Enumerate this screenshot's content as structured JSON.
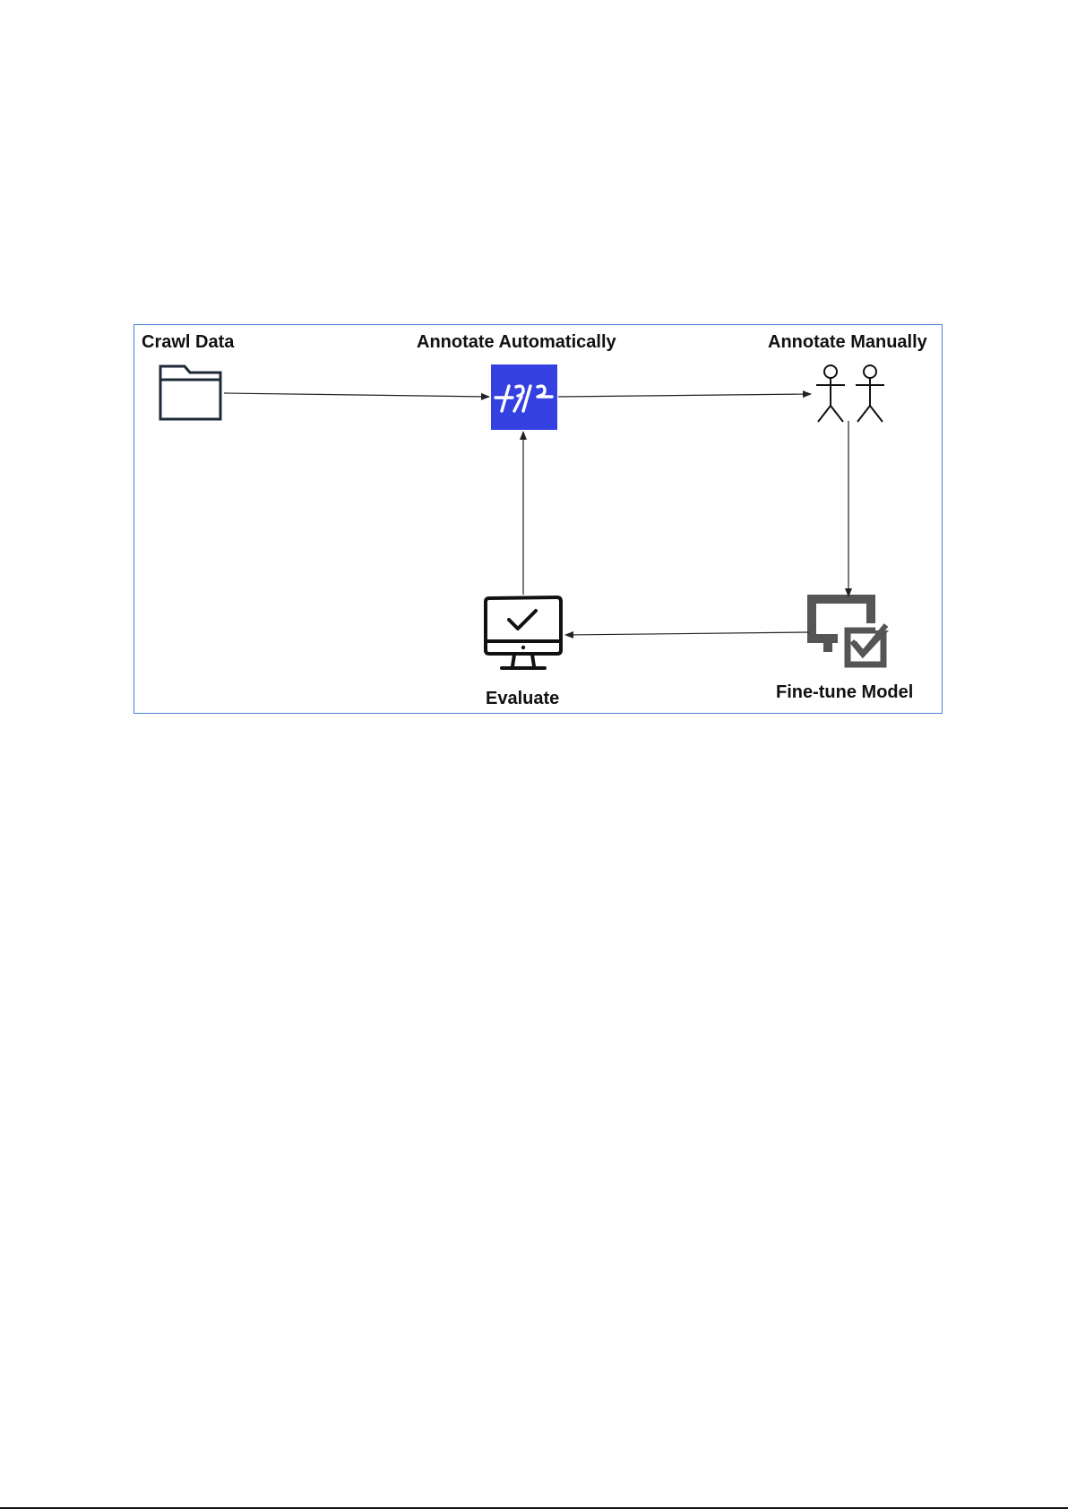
{
  "diagram": {
    "nodes": [
      {
        "id": "crawl",
        "label": "Crawl Data",
        "icon": "folder-icon"
      },
      {
        "id": "auto",
        "label": "Annotate Automatically",
        "icon": "annotation-tool-logo-icon"
      },
      {
        "id": "manual",
        "label": "Annotate Manually",
        "icon": "people-icon"
      },
      {
        "id": "finetune",
        "label": "Fine-tune Model",
        "icon": "monitor-check-icon"
      },
      {
        "id": "evaluate",
        "label": "Evaluate",
        "icon": "computer-check-icon"
      }
    ],
    "edges": [
      {
        "from": "crawl",
        "to": "auto"
      },
      {
        "from": "auto",
        "to": "manual"
      },
      {
        "from": "manual",
        "to": "finetune"
      },
      {
        "from": "finetune",
        "to": "evaluate"
      },
      {
        "from": "evaluate",
        "to": "auto"
      }
    ],
    "colors": {
      "frame": "#4a7fd6",
      "logo_background": "#3441e0",
      "finetune_icon": "#555555",
      "line": "#222222"
    }
  }
}
